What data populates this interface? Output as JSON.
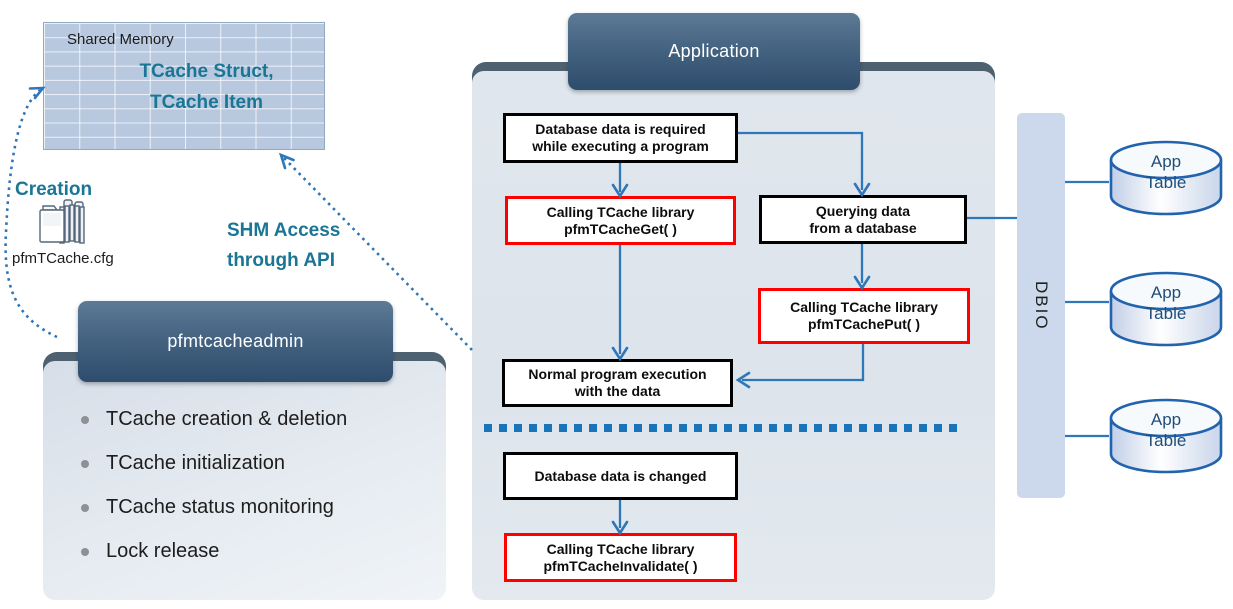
{
  "colors": {
    "accent_blue": "#2e77b8",
    "teal": "#1b7695",
    "alert_red": "#fe0000",
    "header_dark_blue": "#33506f",
    "panel_strip": "#4d6170",
    "table_fill": "#b8c8de",
    "dbio_fill": "#ccd9ec"
  },
  "shared_memory": {
    "title": "Shared Memory",
    "line1": "TCache Struct,",
    "line2": "TCache Item"
  },
  "creation": {
    "label": "Creation",
    "config_file": "pfmTCache.cfg",
    "icon": "folder-stack-icon"
  },
  "shm_access": {
    "line1": "SHM Access",
    "line2": "through API"
  },
  "admin_panel": {
    "title": "pfmtcacheadmin",
    "bullets": [
      "TCache creation & deletion",
      "TCache initialization",
      "TCache status monitoring",
      "Lock release"
    ]
  },
  "application_panel": {
    "title": "Application",
    "boxes": {
      "required": {
        "line1": "Database data  is required",
        "line2": "while executing a program",
        "style": "black"
      },
      "get": {
        "line1": "Calling TCache library",
        "line2": "pfmTCacheGet( )",
        "style": "red"
      },
      "querying": {
        "line1": "Querying data",
        "line2": "from a database",
        "style": "black"
      },
      "put": {
        "line1": "Calling TCache library",
        "line2": "pfmTCachePut( )",
        "style": "red"
      },
      "normal": {
        "line1": "Normal program execution",
        "line2": "with the data",
        "style": "black"
      },
      "changed": {
        "line1": "Database data  is changed",
        "line2": "",
        "style": "black"
      },
      "invalidate": {
        "line1": "Calling TCache library",
        "line2": "pfmTCacheInvalidate( )",
        "style": "red"
      }
    }
  },
  "dbio": {
    "label": "DBIO"
  },
  "app_tables": {
    "line1": "App",
    "line2": "Table",
    "count": 3
  }
}
